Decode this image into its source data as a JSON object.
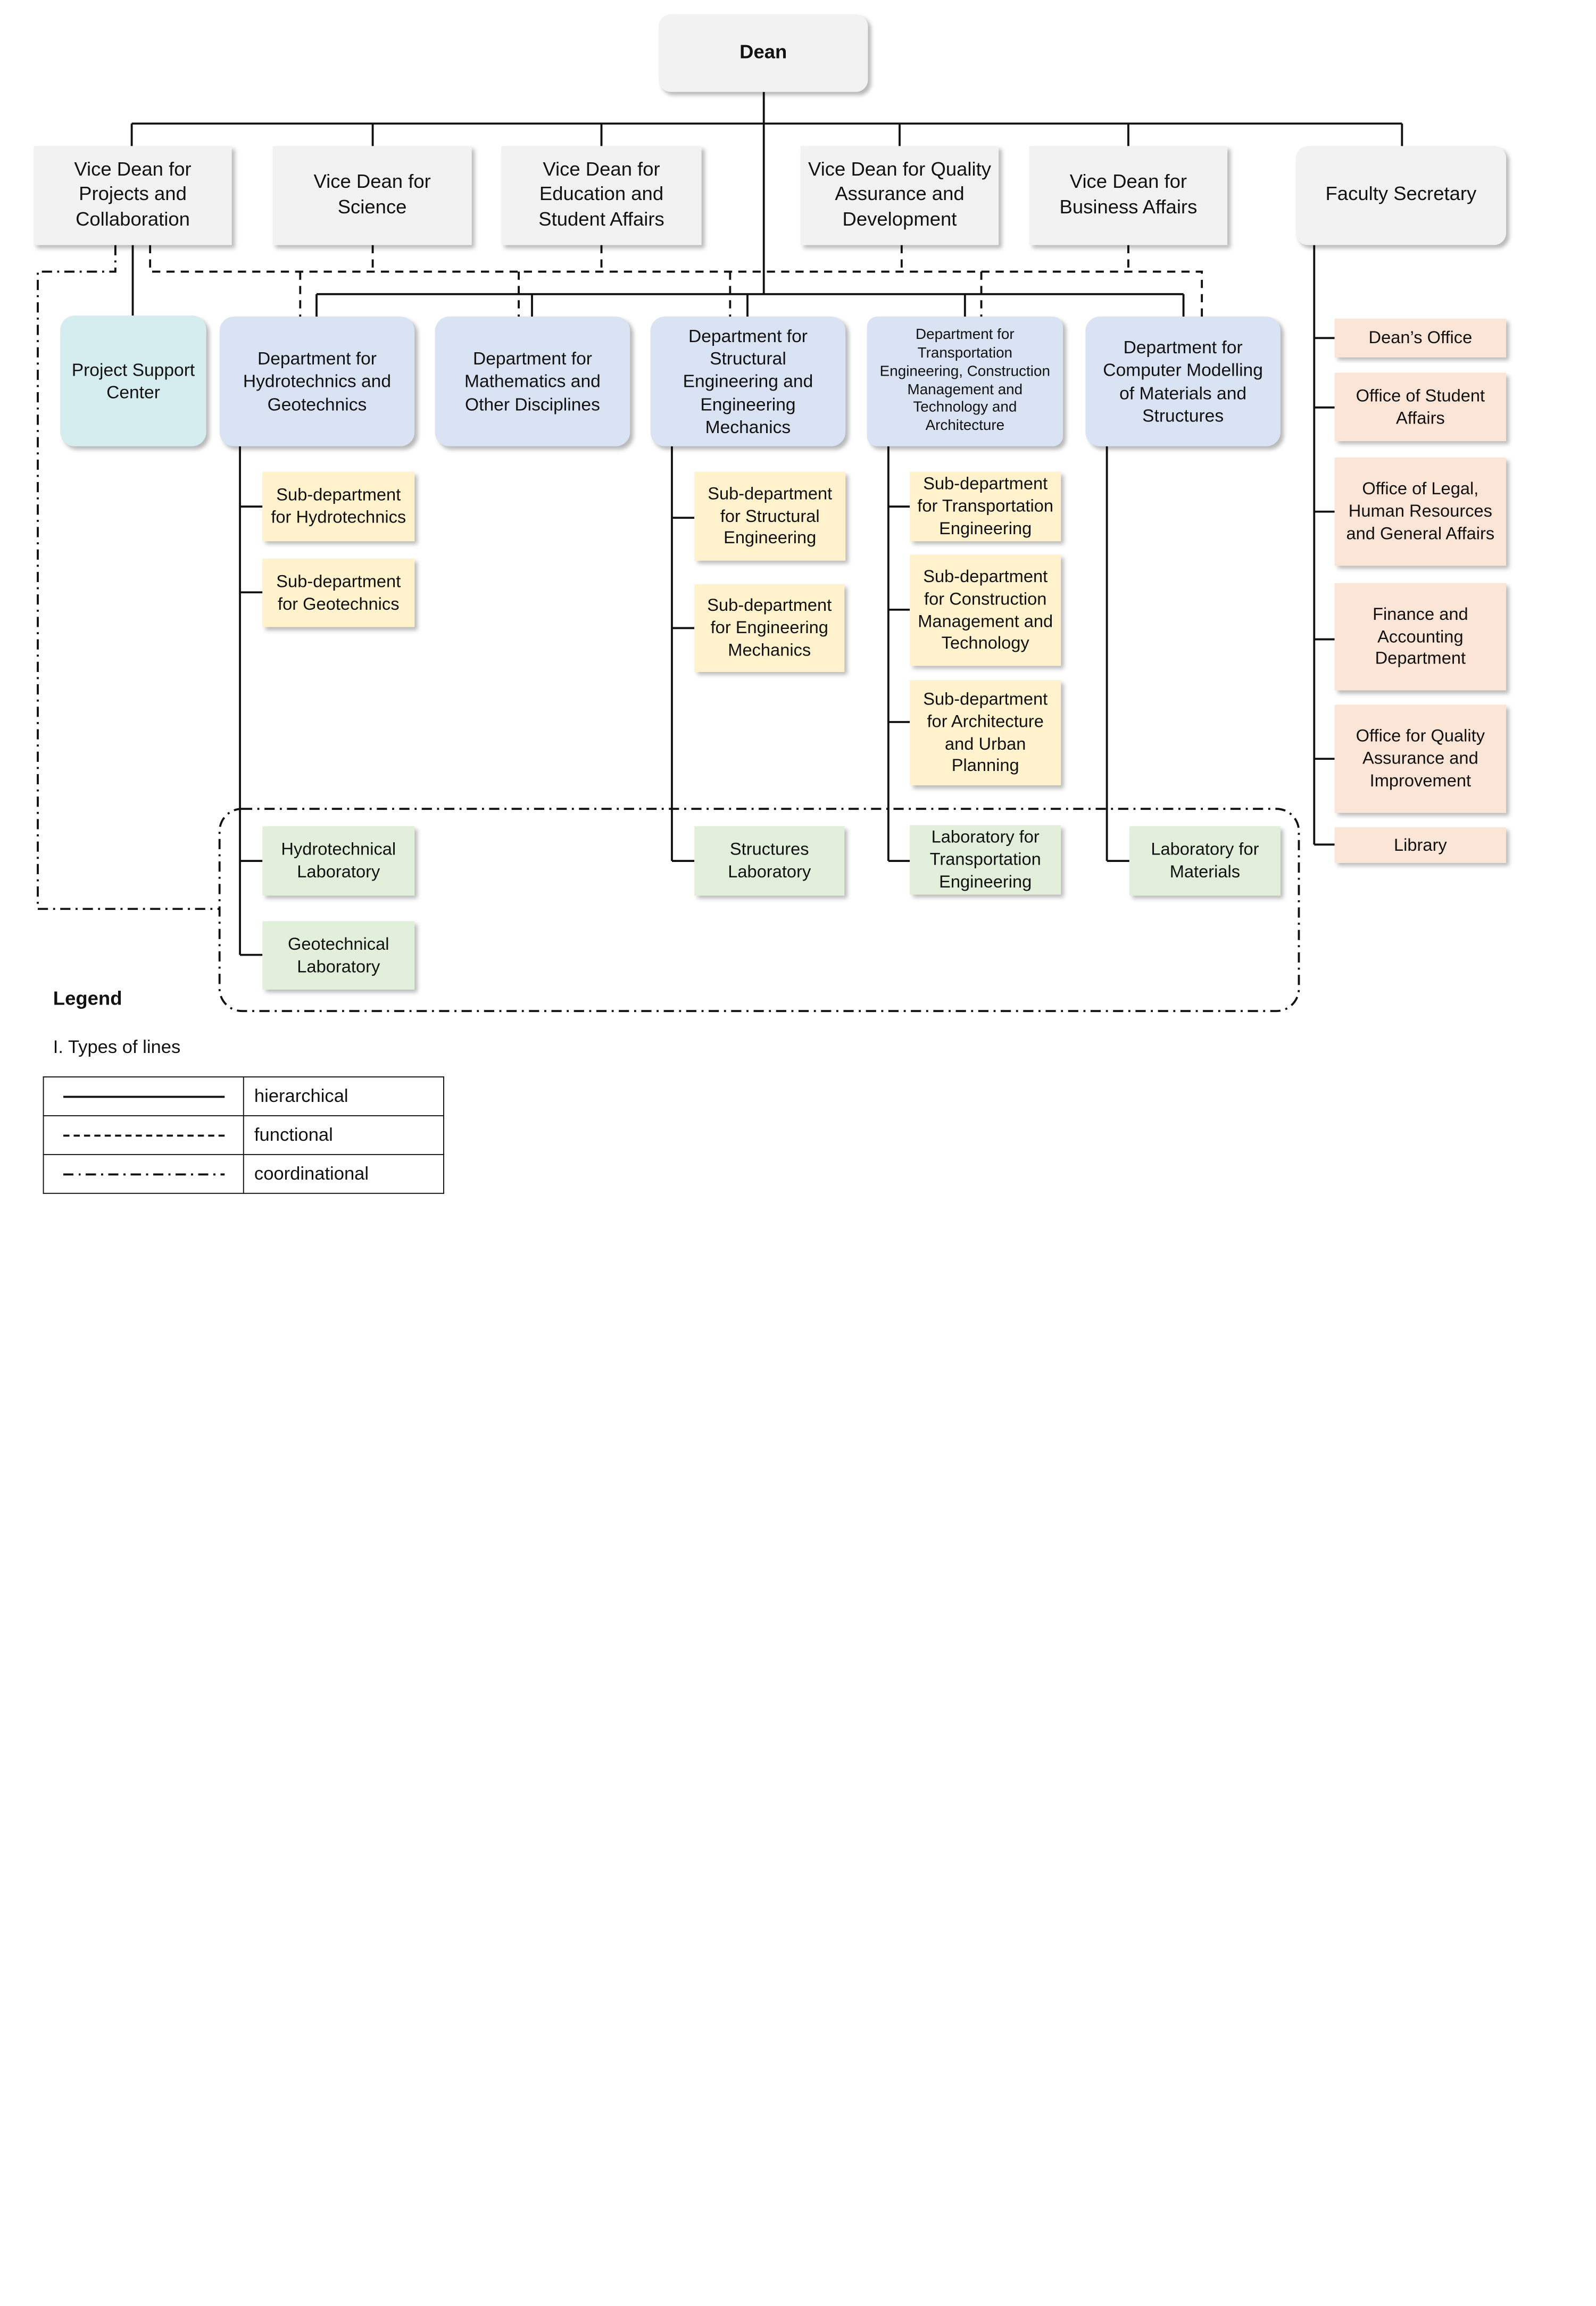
{
  "dean": "Dean",
  "vice_deans": [
    "Vice Dean for Projects and Collaboration",
    "Vice Dean for Science",
    "Vice Dean for Education and Student Affairs",
    "Vice Dean for Quality Assurance and Development",
    "Vice Dean for Business Affairs"
  ],
  "faculty_secretary": "Faculty Secretary",
  "project_support_center": "Project Support Center",
  "departments": [
    "Department for Hydrotechnics and Geotechnics",
    "Department for Mathematics and Other Disciplines",
    "Department for Structural Engineering and Engineering Mechanics",
    "Department for Transportation Engineering, Construction Management and Technology and Architecture",
    "Department for Computer Modelling of Materials and Structures"
  ],
  "subdepartments": [
    "Sub-department for Hydrotechnics",
    "Sub-department for Geotechnics",
    "Sub-department for Structural Engineering",
    "Sub-department for Engineering Mechanics",
    "Sub-department for Transportation Engineering",
    "Sub-department for Construction Management and Technology",
    "Sub-department for Architecture and Urban Planning"
  ],
  "laboratories": [
    "Hydrotechnical Laboratory",
    "Geotechnical Laboratory",
    "Structures Laboratory",
    "Laboratory for Transportation Engineering",
    "Laboratory for Materials"
  ],
  "offices": [
    "Dean’s Office",
    "Office of Student Affairs",
    "Office of Legal, Human Resources and General Affairs",
    "Finance and Accounting Department",
    "Office for Quality Assurance and Improvement",
    "Library"
  ],
  "legend": {
    "title": "Legend",
    "subtitle": "I. Types of lines",
    "rows": [
      "hierarchical",
      "functional",
      "coordinational"
    ]
  }
}
